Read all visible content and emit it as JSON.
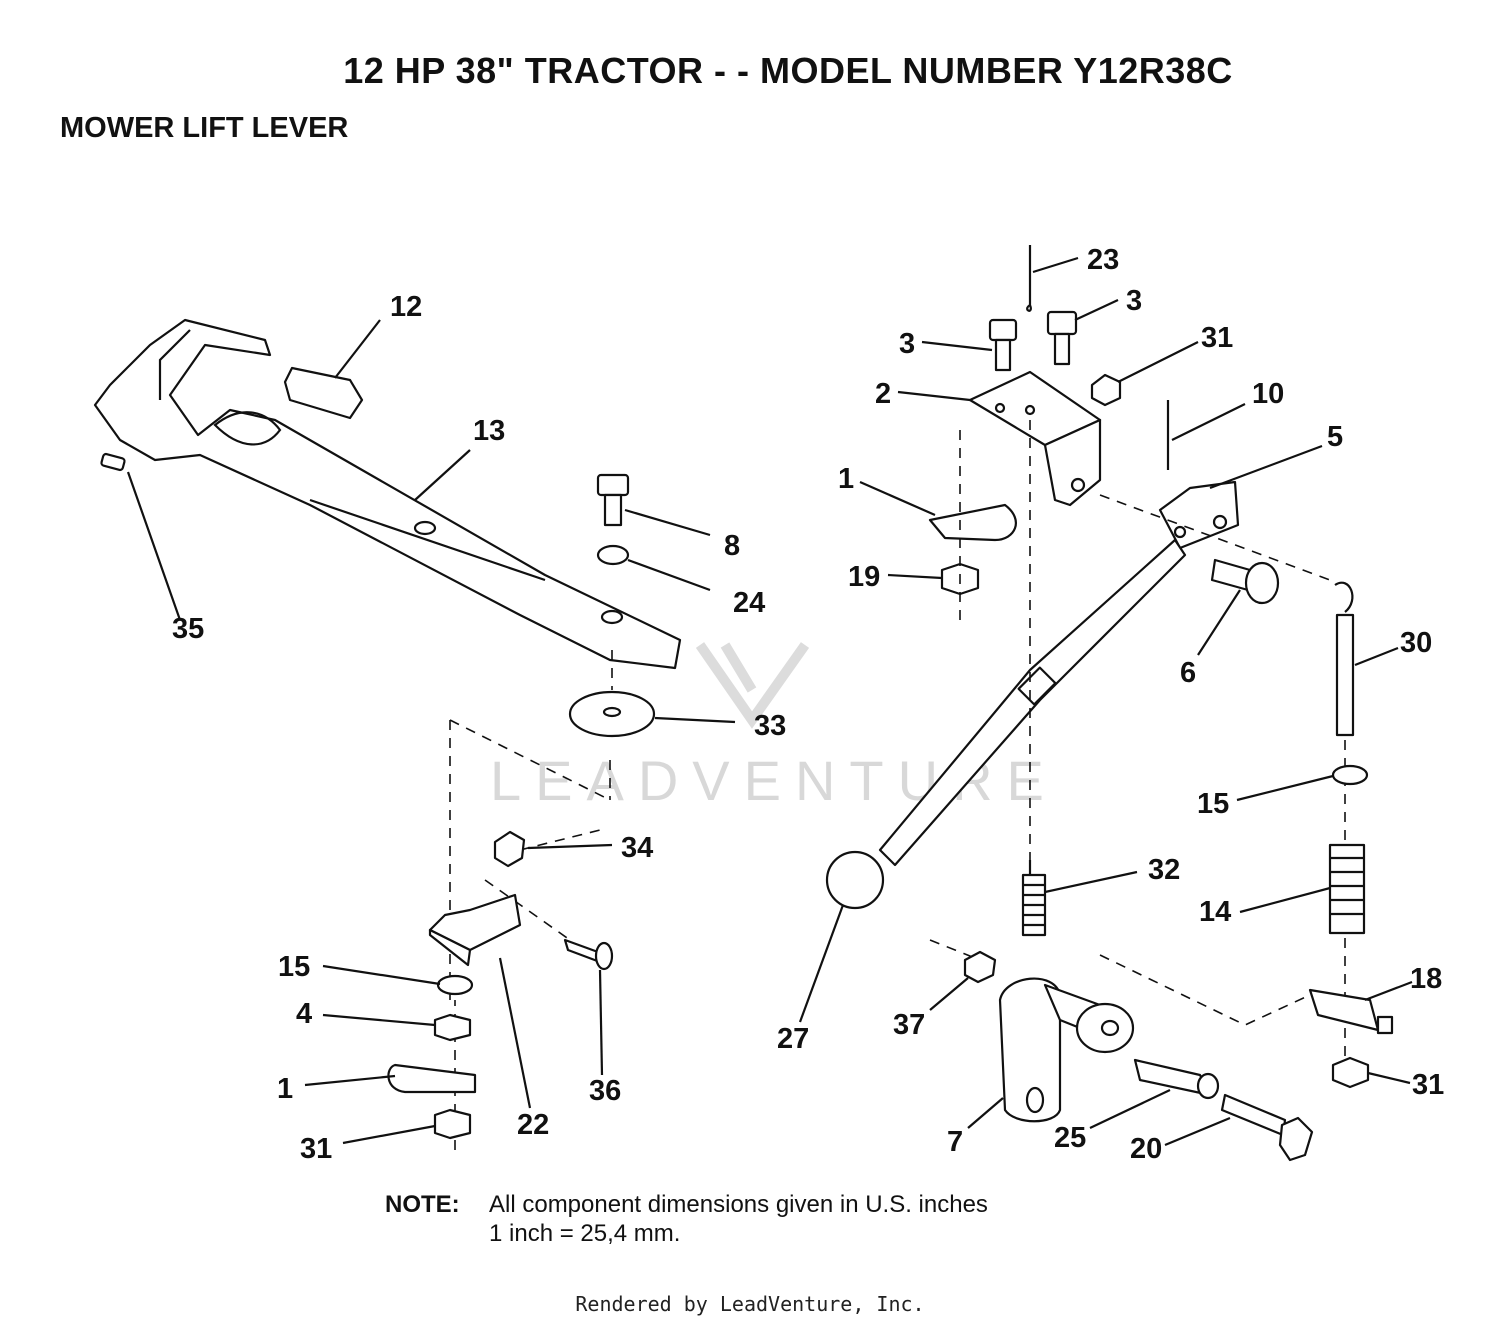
{
  "header": {
    "title": "12 HP 38\" TRACTOR - - MODEL NUMBER Y12R38C",
    "subtitle": "MOWER LIFT LEVER"
  },
  "diagram": {
    "watermark": "LEADVENTURE",
    "callouts": [
      "12",
      "13",
      "35",
      "8",
      "24",
      "33",
      "34",
      "15",
      "4",
      "1",
      "31",
      "22",
      "36",
      "23",
      "3",
      "3",
      "31",
      "2",
      "10",
      "5",
      "1",
      "19",
      "6",
      "30",
      "15",
      "32",
      "14",
      "27",
      "37",
      "18",
      "31",
      "7",
      "25",
      "20"
    ]
  },
  "note": {
    "label": "NOTE:",
    "line1": "All component dimensions given in U.S. inches",
    "line2": "1 inch = 25,4 mm."
  },
  "footer": {
    "text": "Rendered by LeadVenture, Inc."
  }
}
